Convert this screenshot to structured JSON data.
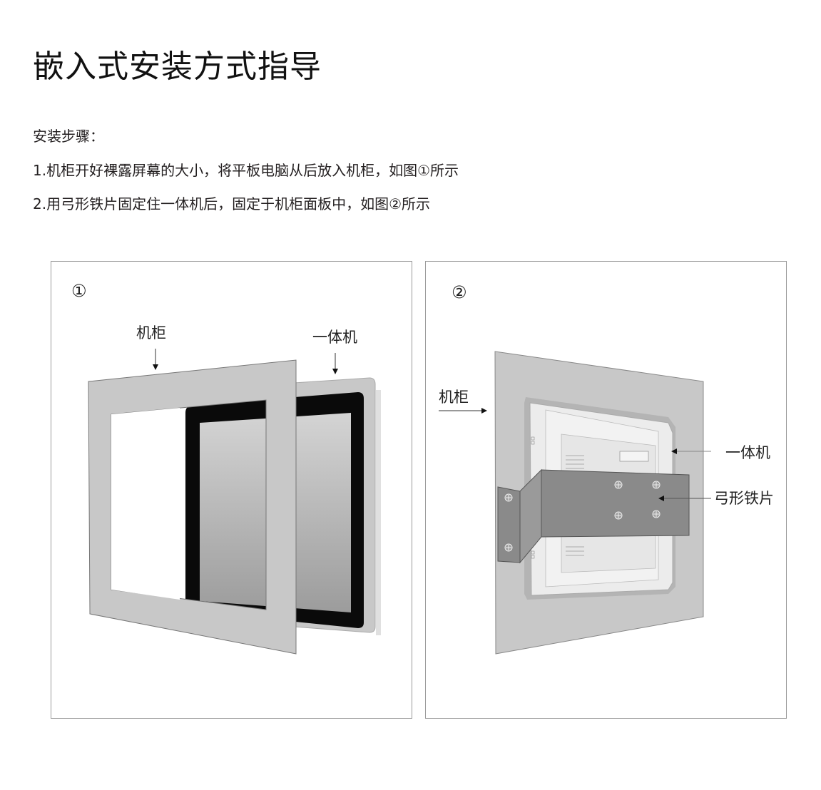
{
  "page": {
    "title": "嵌入式安装方式指导",
    "steps_heading": "安装步骤：",
    "steps": [
      "1.机柜开好裸露屏幕的大小，将平板电脑从后放入机柜，如图①所示",
      "2.用弓形铁片固定住一体机后，固定于机柜面板中，如图②所示"
    ]
  },
  "figures": [
    {
      "number": "①",
      "labels": {
        "cabinet": "机柜",
        "all_in_one": "一体机"
      }
    },
    {
      "number": "②",
      "labels": {
        "cabinet": "机柜",
        "all_in_one": "一体机",
        "bracket": "弓形铁片"
      }
    }
  ],
  "colors": {
    "panel_gray": "#c8c8c8",
    "bezel_black": "#0a0a0a",
    "bracket_gray": "#8a8a8a",
    "border": "#9a9a9a"
  }
}
